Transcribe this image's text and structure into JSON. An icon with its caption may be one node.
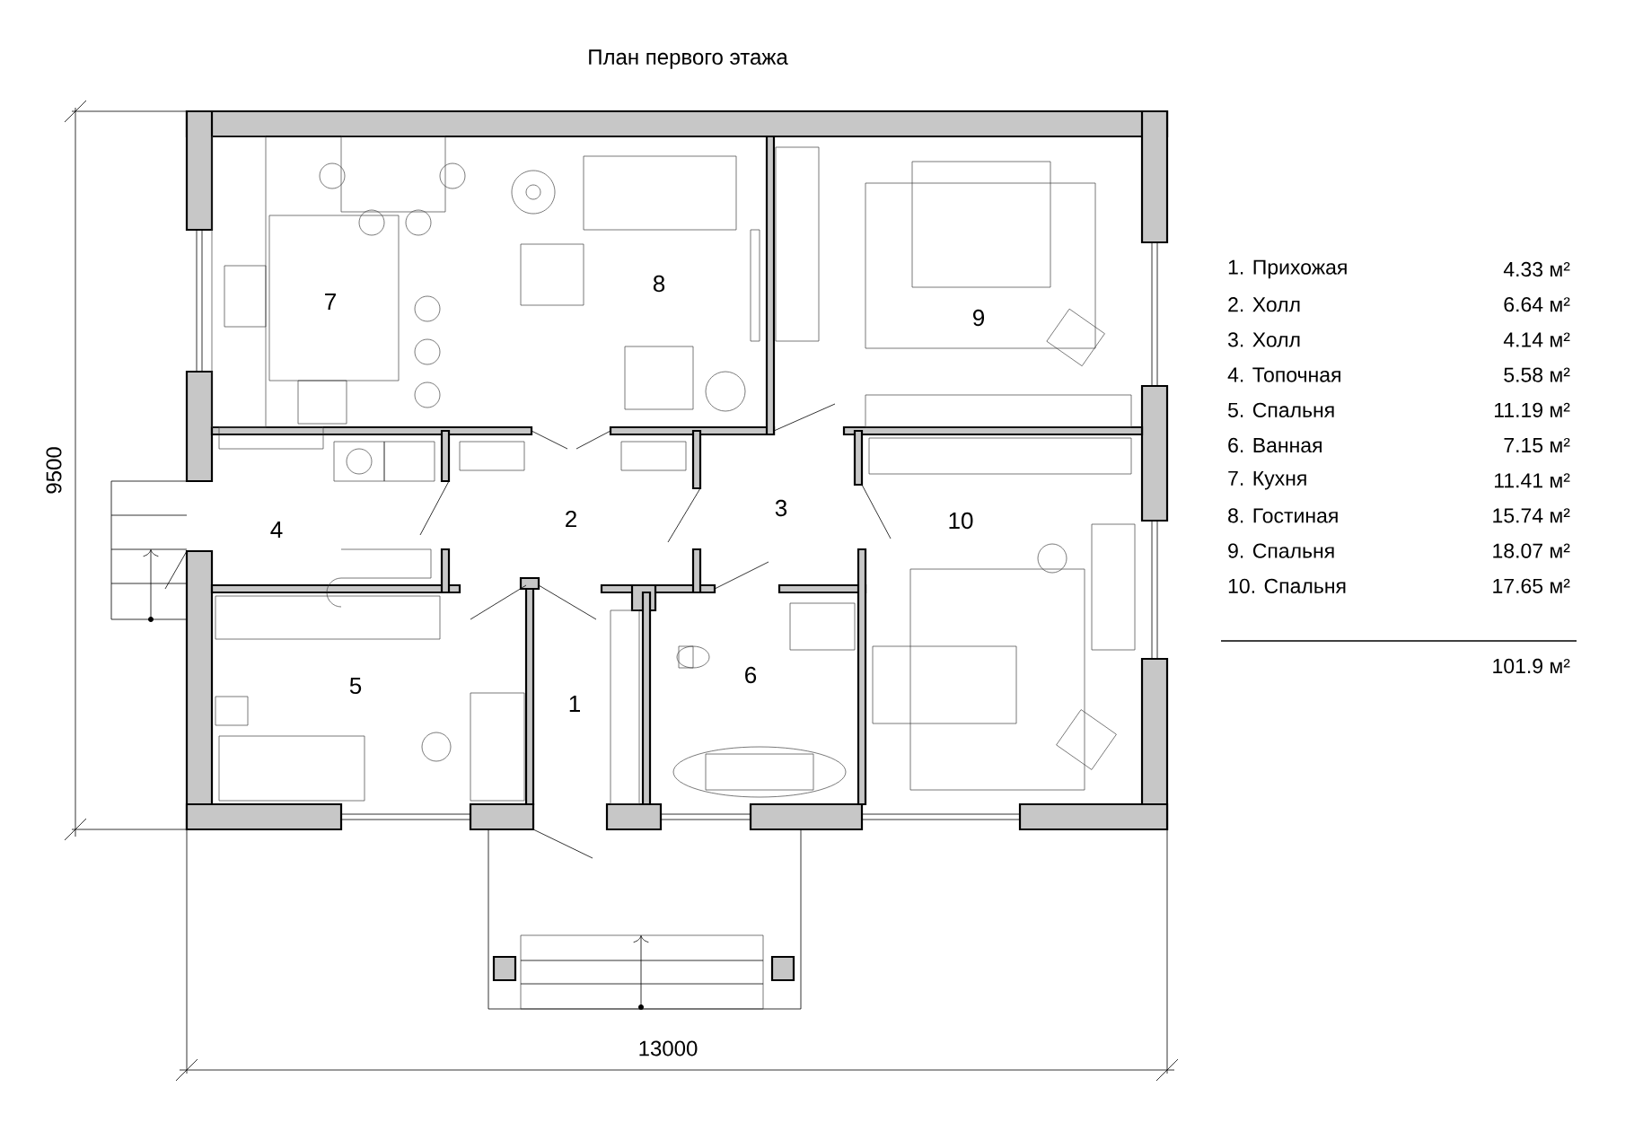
{
  "diagram": {
    "title": "План первого этажа",
    "labels": [
      "7",
      "8",
      "9",
      "4",
      "2",
      "3",
      "10",
      "5",
      "1",
      "6",
      "9500",
      "13000",
      "1. Прихожая",
      "4.33 м²",
      "2. Холл",
      "6.64 м²",
      "3. Холл",
      "4.14 м²",
      "4. Топочная",
      "5.58 м²",
      "5. Спальня",
      "11.19 м²",
      "6. Ванная",
      "7.15 м²",
      "7. Кухня",
      "11.41 м²",
      "8. Гостиная",
      "15.74 м²",
      "9. Спальня",
      "18.07 м²",
      "10. Спальня",
      "17.65 м²",
      "101.9 м²"
    ]
  }
}
